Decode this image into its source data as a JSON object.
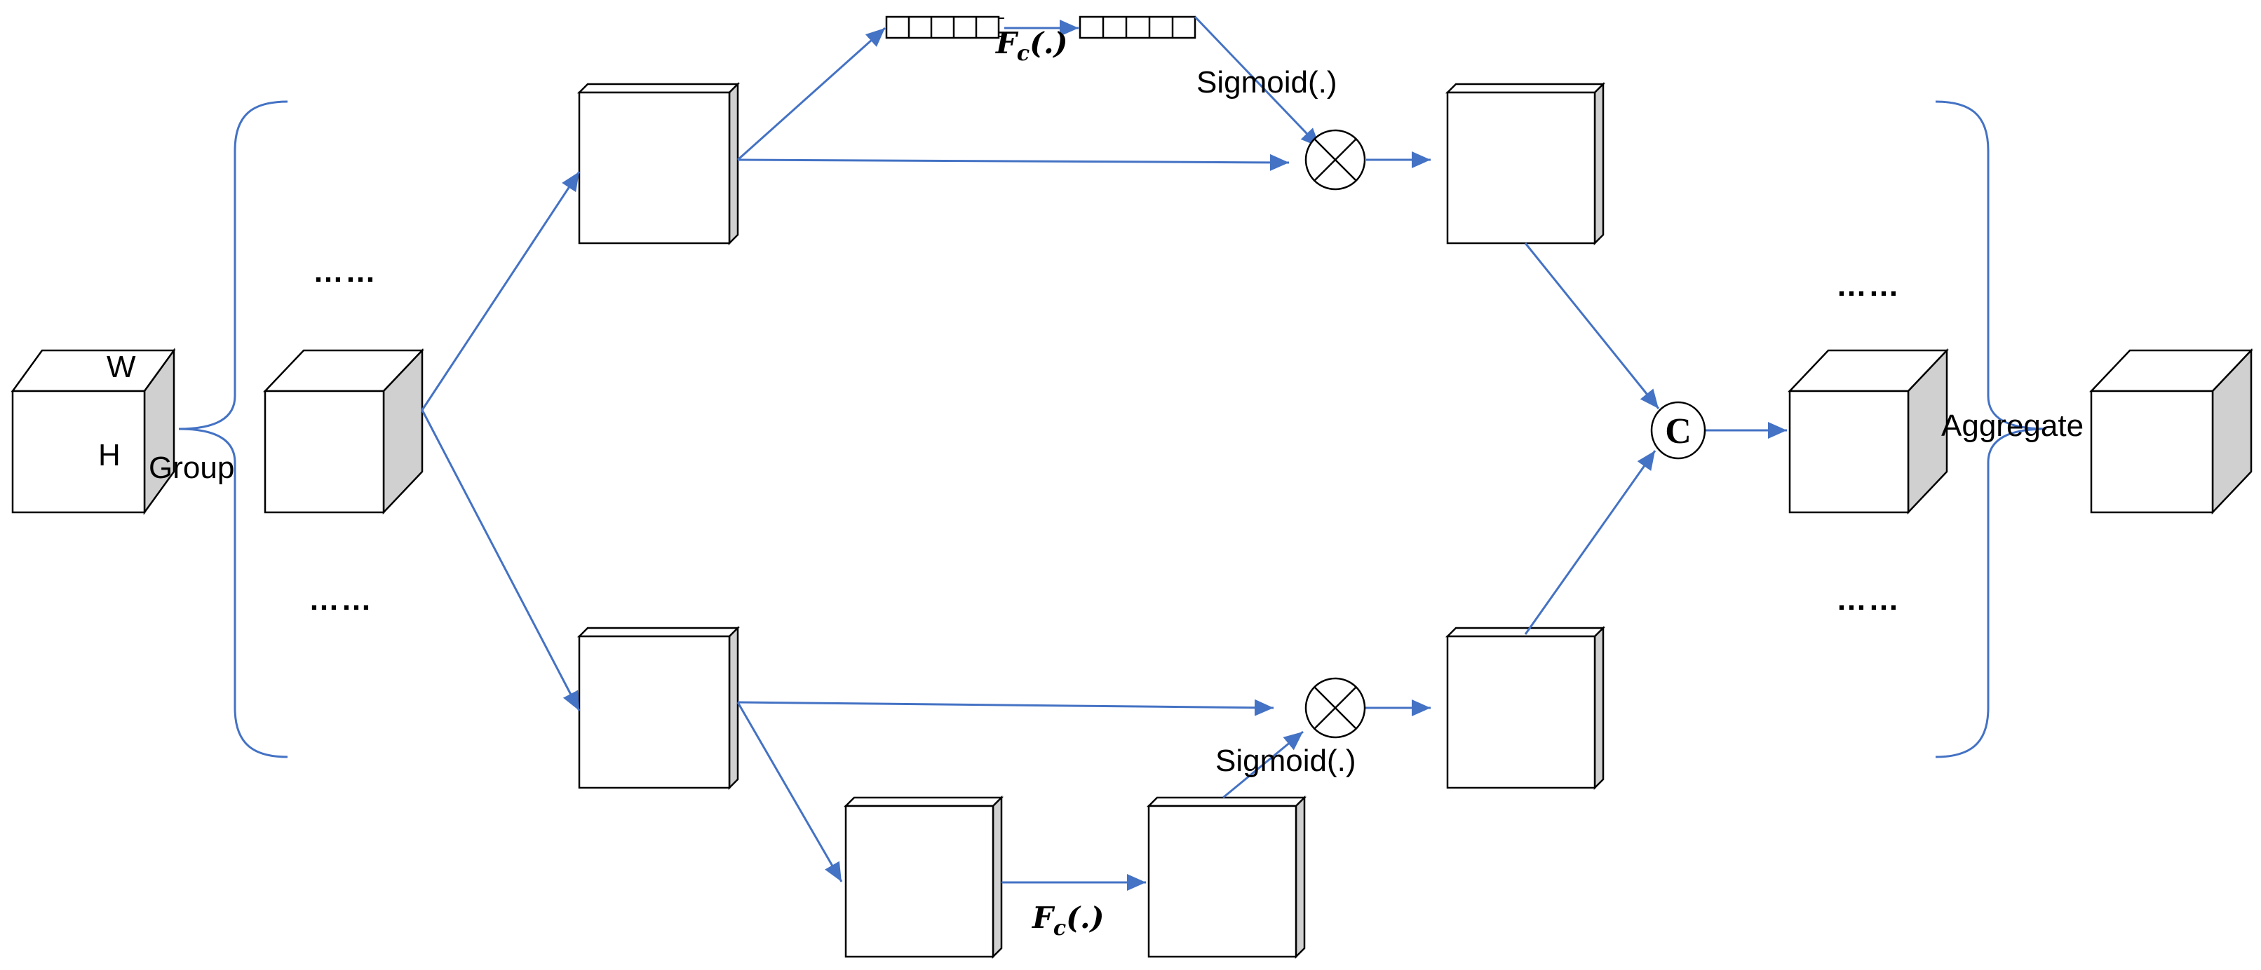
{
  "labels": {
    "w": "W",
    "h": "H",
    "group": "Group",
    "aggregate": "Aggregate",
    "sigmoid_top": "Sigmoid(.)",
    "sigmoid_bottom": "Sigmoid(.)",
    "fc_top_main": "F",
    "fc_top_sub": "c",
    "fc_top_suffix": "(.)",
    "fc_bottom_main": "F",
    "fc_bottom_sub": "c",
    "fc_bottom_suffix": "(.)",
    "concat": "C",
    "ellipsis": "……"
  },
  "colors": {
    "arrow": "#4472C4",
    "box_stroke": "#000000",
    "box_side_light": "#FFFFFF",
    "box_side_dark": "#D0D0D0",
    "brace": "#4472C4",
    "background": "#FFFFFF"
  }
}
